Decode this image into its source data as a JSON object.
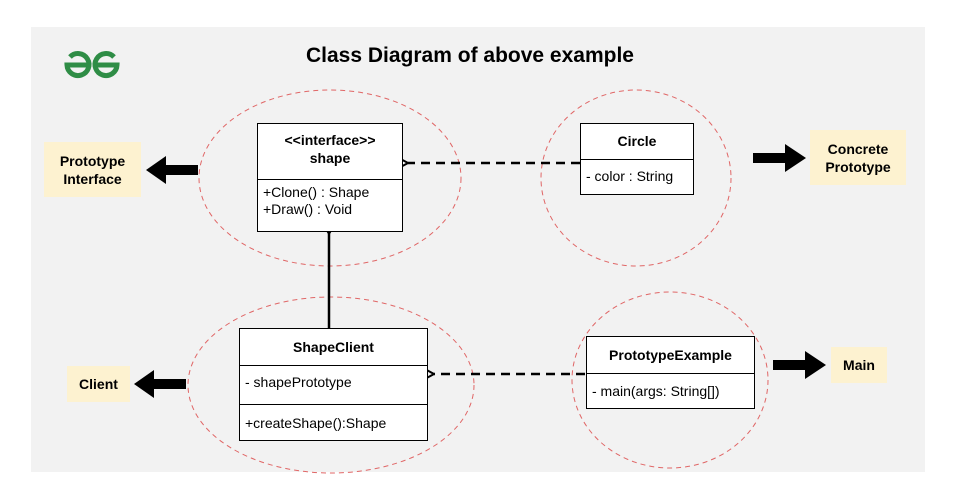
{
  "title": "Class Diagram of above example",
  "logo": {
    "icon": "geeksforgeeks-logo-icon",
    "color": "#2f8d46"
  },
  "colors": {
    "panel": "#f2f2f2",
    "ellipse_stroke": "#e06666",
    "tag_fill": "#fdf2d0"
  },
  "classes": {
    "shape": {
      "stereotype": "<<interface>>",
      "name": "shape",
      "methods": [
        "+Clone() : Shape",
        "+Draw() : Void"
      ]
    },
    "circle": {
      "name": "Circle",
      "attributes": [
        "- color : String"
      ]
    },
    "shape_client": {
      "name": "ShapeClient",
      "attributes": [
        "- shapePrototype"
      ],
      "methods": [
        "+createShape():Shape"
      ]
    },
    "prototype_example": {
      "name": "PrototypeExample",
      "methods": [
        "- main(args: String[])"
      ]
    }
  },
  "tags": {
    "prototype_interface": [
      "Prototype",
      "Interface"
    ],
    "concrete_prototype": [
      "Concrete",
      "Prototype"
    ],
    "client": "Client",
    "main": "Main"
  }
}
